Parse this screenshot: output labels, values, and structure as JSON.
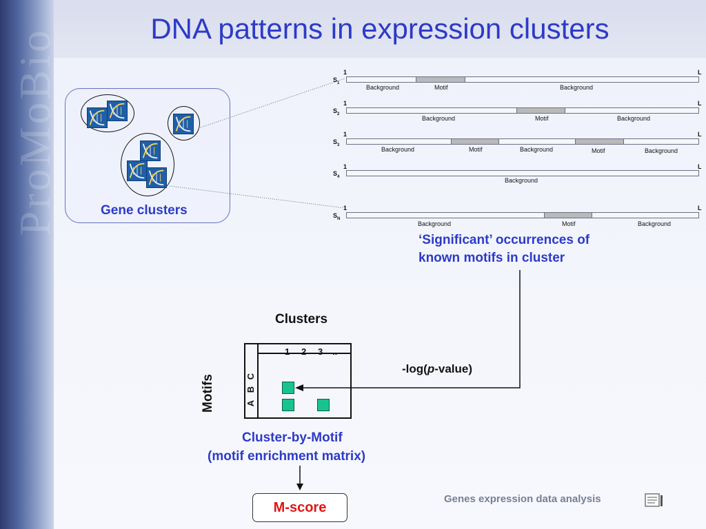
{
  "slide": {
    "title": "DNA patterns in expression clusters",
    "footer": "Genes expression data analysis",
    "sidebar_watermark": "ProMoBio"
  },
  "gene_clusters": {
    "label": "Gene clusters",
    "icons": [
      "dna-icon"
    ]
  },
  "sequences": [
    {
      "name": "S",
      "sub": "1",
      "start": "1",
      "end": "L",
      "segments": [
        "Background",
        "Motif",
        "Background"
      ]
    },
    {
      "name": "S",
      "sub": "2",
      "start": "1",
      "end": "L",
      "segments": [
        "Background",
        "Motif",
        "Background"
      ]
    },
    {
      "name": "S",
      "sub": "3",
      "start": "1",
      "end": "L",
      "segments": [
        "Background",
        "Motif",
        "Background",
        "Motif",
        "Background"
      ]
    },
    {
      "name": "S",
      "sub": "4",
      "start": "1",
      "end": "L",
      "segments": [
        "Background"
      ]
    },
    {
      "name": "S",
      "sub": "N",
      "start": "1",
      "end": "L",
      "segments": [
        "Background",
        "Motif",
        "Background"
      ]
    }
  ],
  "significant": {
    "line1": "‘Significant’ occurrences of",
    "line2": "known motifs in cluster"
  },
  "matrix": {
    "col_header": "Clusters",
    "row_header": "Motifs",
    "col_labels": [
      "1",
      "2",
      "3",
      ".."
    ],
    "row_labels": [
      "A",
      "B",
      "C"
    ],
    "arrow_label_pre": "-log(",
    "arrow_label_italic": "p",
    "arrow_label_post": "-value)",
    "caption_line1": "Cluster-by-Motif",
    "caption_line2": "(motif enrichment matrix)",
    "colors": {
      "cell": "#19c38f"
    }
  },
  "mscore": {
    "label": "M-score"
  },
  "colors": {
    "title": "#2d3ac8",
    "accent_red": "#e01515"
  }
}
